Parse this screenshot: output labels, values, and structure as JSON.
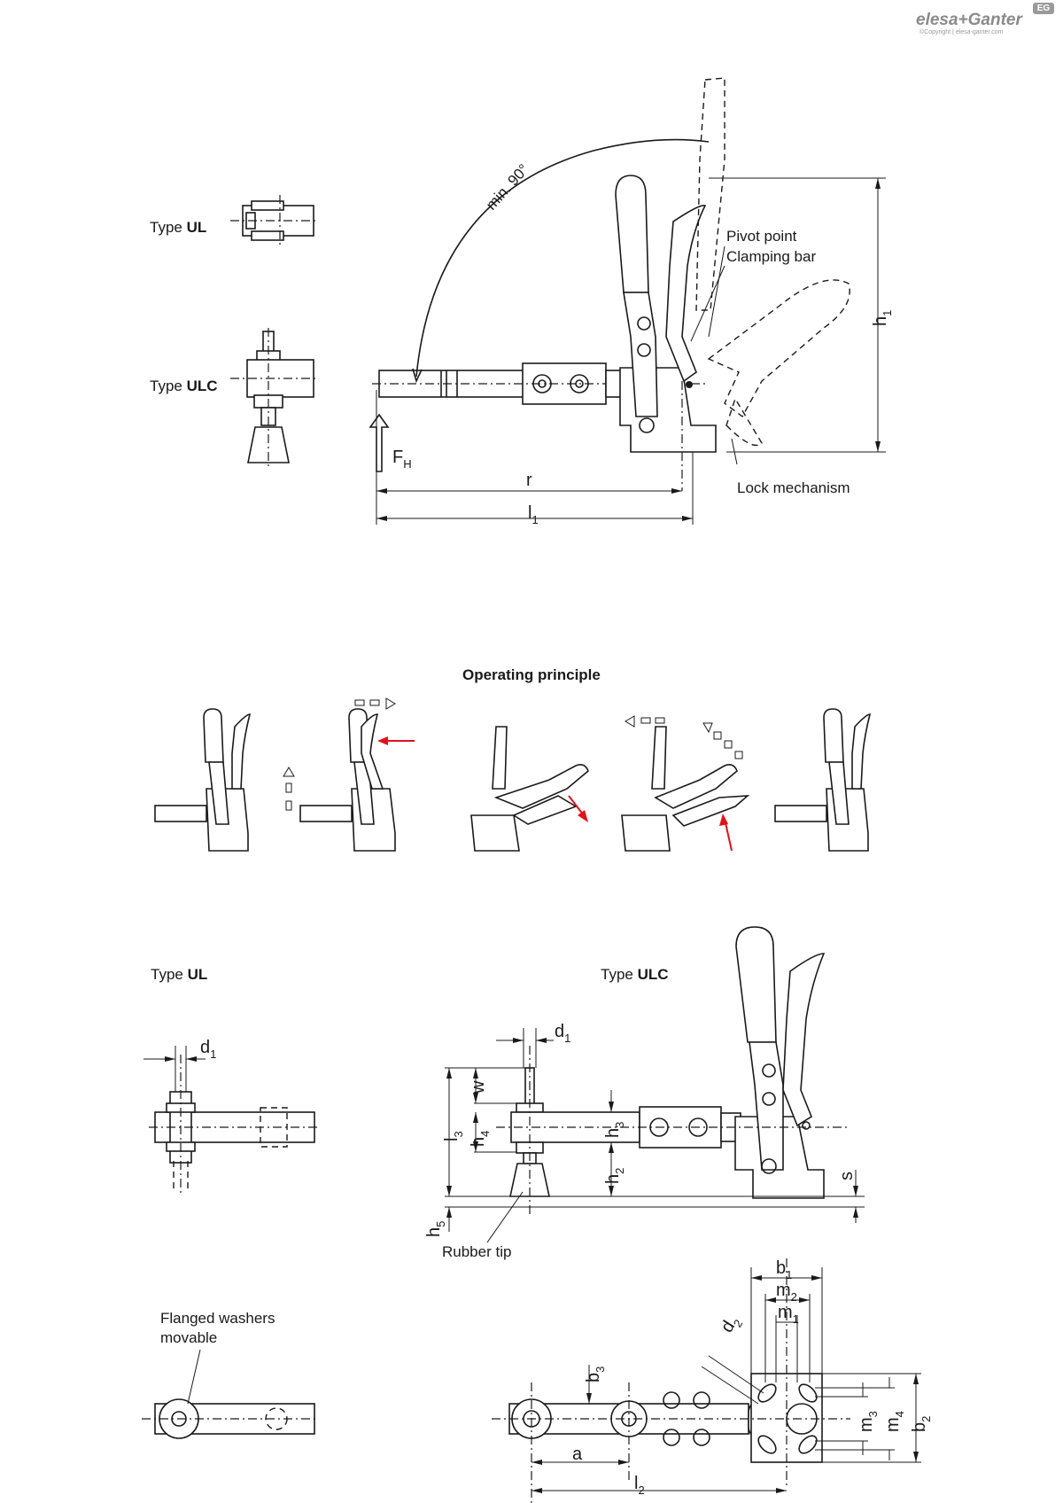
{
  "logo": {
    "brand": "elesa+Ganter",
    "copyright": "©Copyright | elesa-ganter.com",
    "badge": "EG"
  },
  "top": {
    "type_ul": {
      "prefix": "Type ",
      "name": "UL"
    },
    "type_ulc": {
      "prefix": "Type ",
      "name": "ULC"
    },
    "angle": "min. 90°",
    "pivot": "Pivot point",
    "clamping_bar": "Clamping bar",
    "lock": "Lock mechanism",
    "fh": "F",
    "fh_sub": "H",
    "r": "r",
    "l1": "l",
    "l1_sub": "1",
    "h1": "h",
    "h1_sub": "1"
  },
  "operating": {
    "title": "Operating principle"
  },
  "bottom": {
    "type_ul": {
      "prefix": "Type ",
      "name": "UL"
    },
    "type_ulc": {
      "prefix": "Type ",
      "name": "ULC"
    },
    "rubber_tip": "Rubber tip",
    "flanged_1": "Flanged washers",
    "flanged_2": "movable",
    "dims": {
      "d1a": "d",
      "d1a_sub": "1",
      "d1b": "d",
      "d1b_sub": "1",
      "w": "w",
      "l3": "l",
      "l3_sub": "3",
      "h4": "h",
      "h4_sub": "4",
      "h3": "h",
      "h3_sub": "3",
      "h2": "h",
      "h2_sub": "2",
      "h5": "h",
      "h5_sub": "5",
      "s": "s",
      "b1": "b",
      "b1_sub": "1",
      "m2": "m",
      "m2_sub": "2",
      "m1": "m",
      "m1_sub": "1",
      "d2": "d",
      "d2_sub": "2",
      "b3": "b",
      "b3_sub": "3",
      "m3": "m",
      "m3_sub": "3",
      "m4": "m",
      "m4_sub": "4",
      "b2": "b",
      "b2_sub": "2",
      "a": "a",
      "l2": "l",
      "l2_sub": "2"
    }
  }
}
